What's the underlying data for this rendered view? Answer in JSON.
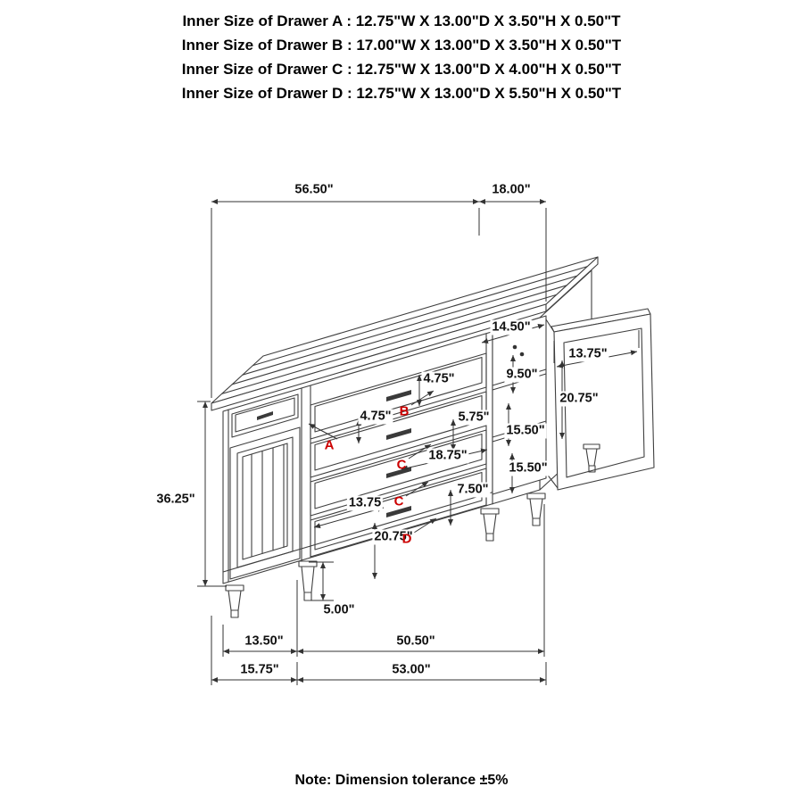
{
  "header": {
    "lines": [
      "Inner Size of Drawer A : 12.75\"W X 13.00\"D X 3.50\"H X 0.50\"T",
      "Inner Size of Drawer B : 17.00\"W X 13.00\"D X 3.50\"H X 0.50\"T",
      "Inner Size of Drawer C : 12.75\"W X 13.00\"D X 4.00\"H X 0.50\"T",
      "Inner Size of Drawer D : 12.75\"W X 13.00\"D X 5.50\"H X 0.50\"T"
    ]
  },
  "dims": {
    "top_width": "56.50\"",
    "top_depth": "18.00\"",
    "right_opening_width": "14.50\"",
    "right_door_width": "13.75\"",
    "shelf_gap_top": "9.50\"",
    "drawer_b_front_height": "4.75\"",
    "right_opening_height": "20.75\"",
    "drawer_a_front_height": "4.75\"",
    "drawer_c_front_height": "5.75\"",
    "shelf_spacing_upper": "15.50\"",
    "drawer_width": "18.75\"",
    "shelf_spacing_lower": "15.50\"",
    "drawer_d_front_height": "7.50\"",
    "left_door_width": "13.75",
    "total_height": "36.25\"",
    "left_door_height": "20.75\"",
    "leg_height": "5.00\"",
    "left_section_width": "13.50\"",
    "center_section_width": "50.50\"",
    "left_end_width": "15.75\"",
    "body_width": "53.00\""
  },
  "drawer_letters": {
    "a": "A",
    "b": "B",
    "c_upper": "C",
    "c_lower": "C",
    "d": "D"
  },
  "note": "Note: Dimension tolerance ±5%",
  "colors": {
    "line": "#404040",
    "dimension": "#333333",
    "drawer_letter": "#cc0000"
  }
}
